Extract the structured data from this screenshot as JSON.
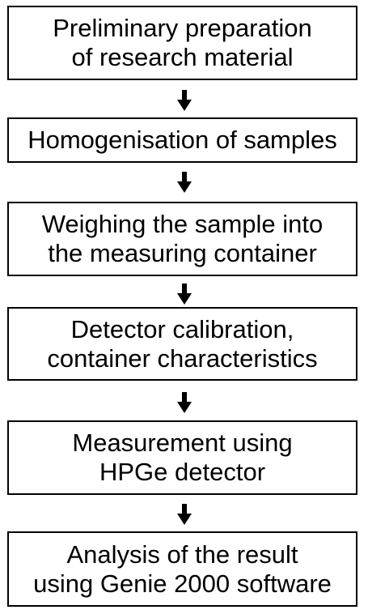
{
  "flowchart": {
    "steps": [
      {
        "lines": [
          "Preliminary preparation",
          "of research material"
        ]
      },
      {
        "lines": [
          "Homogenisation of samples"
        ]
      },
      {
        "lines": [
          "Weighing the sample into",
          "the measuring container"
        ]
      },
      {
        "lines": [
          "Detector calibration,",
          "container characteristics"
        ]
      },
      {
        "lines": [
          "Measurement using",
          "HPGe detector"
        ]
      },
      {
        "lines": [
          "Analysis of the result",
          "using Genie 2000 software"
        ]
      }
    ],
    "colors": {
      "border": "#000000",
      "arrow": "#000000",
      "background": "#ffffff"
    },
    "arrow_icon": "down-arrow-icon"
  }
}
